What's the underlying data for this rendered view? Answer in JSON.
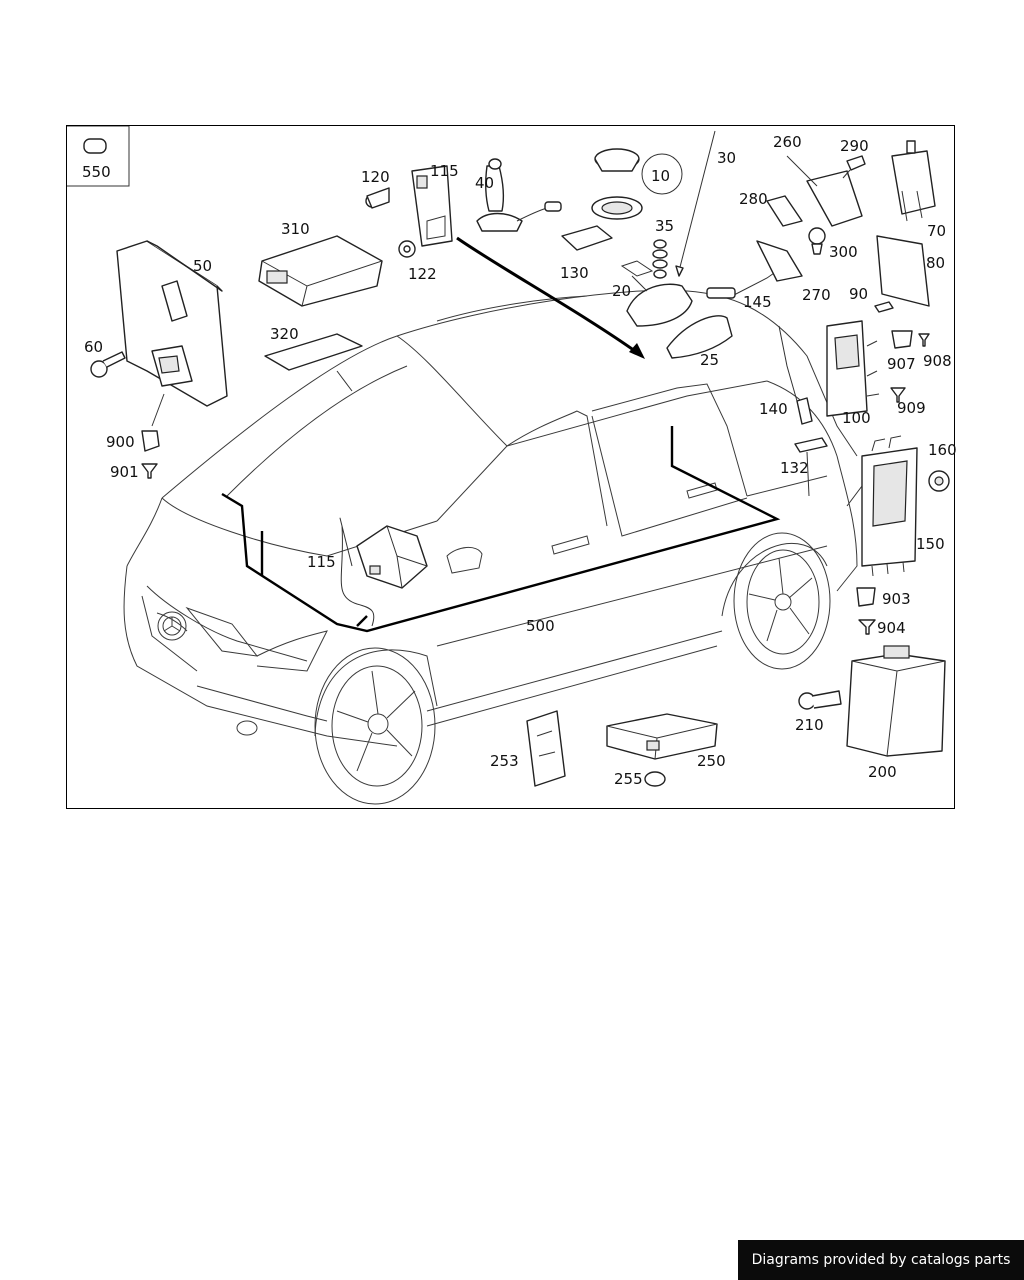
{
  "labels": [
    "550",
    "50",
    "60",
    "900",
    "901",
    "310",
    "120",
    "115",
    "122",
    "40",
    "320",
    "10",
    "30",
    "260",
    "290",
    "70",
    "280",
    "130",
    "35",
    "20",
    "300",
    "80",
    "270",
    "145",
    "90",
    "25",
    "907",
    "908",
    "100",
    "909",
    "140",
    "132",
    "160",
    "150",
    "903",
    "904",
    "500",
    "115",
    "210",
    "200",
    "253",
    "250",
    "255"
  ],
  "credit": "Diagrams provided by catalogs parts"
}
